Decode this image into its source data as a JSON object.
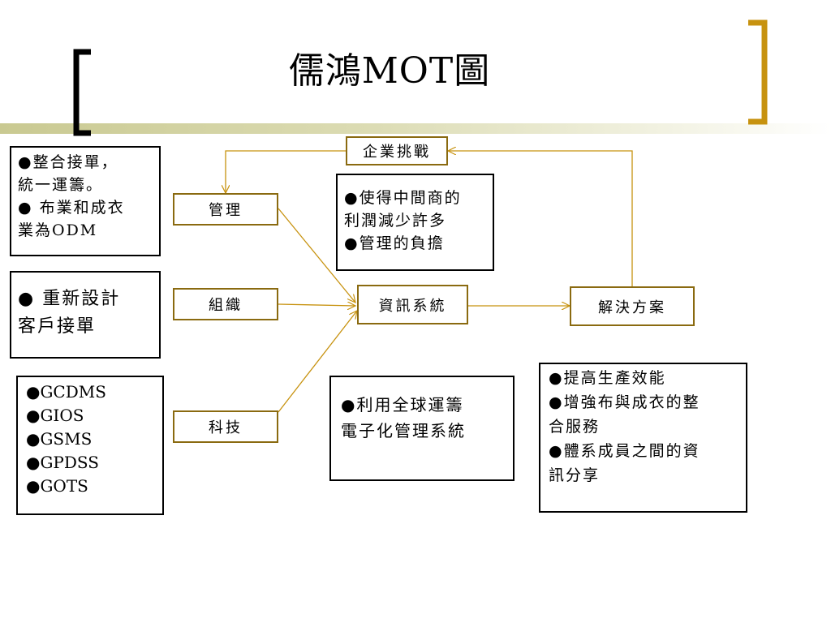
{
  "title": "儒鴻MOT圖",
  "colors": {
    "accent_gold": "#c7920f",
    "node_border": "#8a6a10",
    "band_start": "#c9c991"
  },
  "nodes": {
    "challenge": "企業挑戰",
    "management": "管理",
    "organization": "組織",
    "technology": "科技",
    "info_system": "資訊系統",
    "solution": "解決方案"
  },
  "notes": {
    "integrate": "●整合接單，\n統一運籌。\n● 布業和成衣\n業為ODM",
    "redesign": "● 重新設計\n  客戶接單",
    "systems": [
      "●GCDMS",
      "●GIOS",
      "●GSMS",
      "●GPDSS",
      "●GOTS"
    ],
    "middleman": "●使得中間商的\n利潤減少許多\n●管理的負擔",
    "global": "●利用全球運籌\n電子化管理系統",
    "benefits": "●提高生產效能\n●增強布與成衣的整\n合服務\n●體系成員之間的資\n訊分享"
  }
}
